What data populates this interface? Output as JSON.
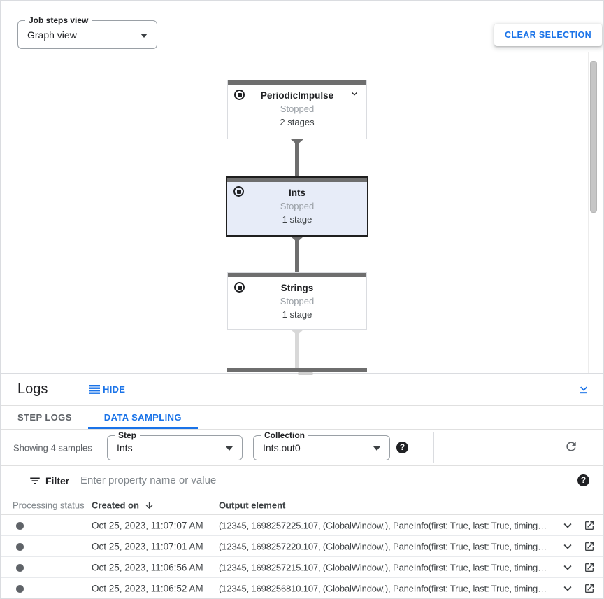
{
  "colors": {
    "accent": "#1a73e8",
    "node_bar": "#6e6e6e",
    "selected_node_bg": "#e7ecf8",
    "connector_light": "#d8d8d8"
  },
  "header": {
    "job_steps_view_label": "Job steps view",
    "job_steps_view_value": "Graph view",
    "clear_selection_label": "CLEAR SELECTION"
  },
  "graph": {
    "nodes": [
      {
        "title": "PeriodicImpulse",
        "status": "Stopped",
        "stages": "2 stages"
      },
      {
        "title": "Ints",
        "status": "Stopped",
        "stages": "1 stage"
      },
      {
        "title": "Strings",
        "status": "Stopped",
        "stages": "1 stage"
      }
    ]
  },
  "logs_panel": {
    "title": "Logs",
    "hide_label": "HIDE",
    "tabs": [
      {
        "label": "STEP LOGS"
      },
      {
        "label": "DATA SAMPLING"
      }
    ],
    "toolbar": {
      "showing_text": "Showing 4 samples",
      "step_label": "Step",
      "step_value": "Ints",
      "collection_label": "Collection",
      "collection_value": "Ints.out0",
      "help_glyph": "?"
    },
    "filter": {
      "label": "Filter",
      "placeholder": "Enter property name or value",
      "help_glyph": "?"
    },
    "table": {
      "columns": [
        "Processing status",
        "Created on",
        "Output element"
      ],
      "rows": [
        {
          "created_on": "Oct 25, 2023, 11:07:07 AM",
          "output_element": "(12345, 1698257225.107, (GlobalWindow,), PaneInfo(first: True, last: True, timing…"
        },
        {
          "created_on": "Oct 25, 2023, 11:07:01 AM",
          "output_element": "(12345, 1698257220.107, (GlobalWindow,), PaneInfo(first: True, last: True, timing…"
        },
        {
          "created_on": "Oct 25, 2023, 11:06:56 AM",
          "output_element": "(12345, 1698257215.107, (GlobalWindow,), PaneInfo(first: True, last: True, timing…"
        },
        {
          "created_on": "Oct 25, 2023, 11:06:52 AM",
          "output_element": "(12345, 1698256810.107, (GlobalWindow,), PaneInfo(first: True, last: True, timing…"
        }
      ]
    }
  }
}
